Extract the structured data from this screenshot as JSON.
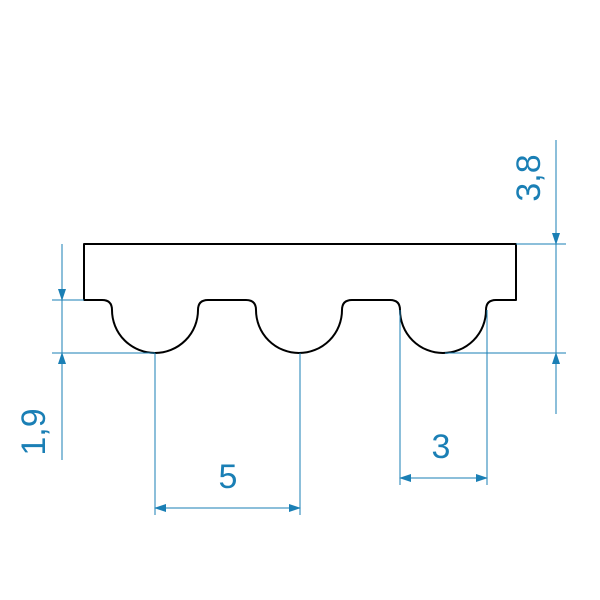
{
  "drawing": {
    "type": "timing-belt-profile",
    "colors": {
      "profile_stroke": "#000000",
      "dimension": "#1a7fb5",
      "background": "#ffffff"
    },
    "dimensions": {
      "total_height": "3,8",
      "tooth_depth": "1,9",
      "pitch": "5",
      "tooth_width": "3"
    }
  }
}
